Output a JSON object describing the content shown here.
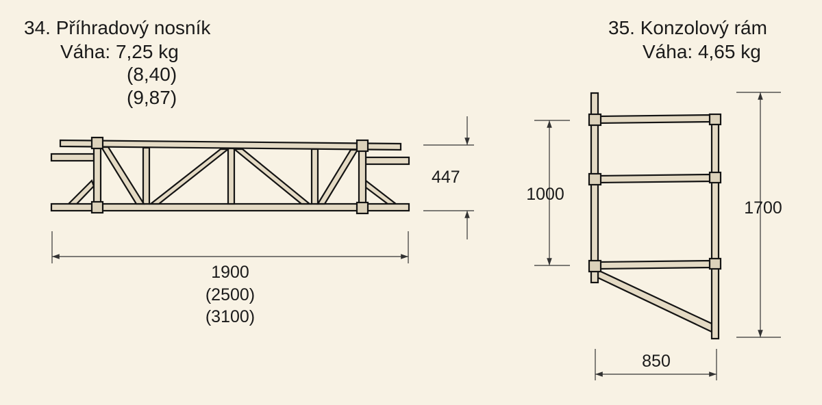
{
  "items": [
    {
      "number": "34.",
      "name": "Příhradový nosník",
      "weight_label": "Váha:",
      "weight": "7,25 kg",
      "weight_alt": [
        "(8,40)",
        "(9,87)"
      ],
      "height_dim": "447",
      "length_dims": [
        "1900",
        "(2500)",
        "(3100)"
      ]
    },
    {
      "number": "35.",
      "name": "Konzolový rám",
      "weight_label": "Váha:",
      "weight": "4,65 kg",
      "dims": {
        "inner_height": "1000",
        "total_height": "1700",
        "width": "850"
      }
    }
  ],
  "colors": {
    "background": "#f8f2e4",
    "tube": "#e4dac4",
    "outline": "#141414"
  }
}
